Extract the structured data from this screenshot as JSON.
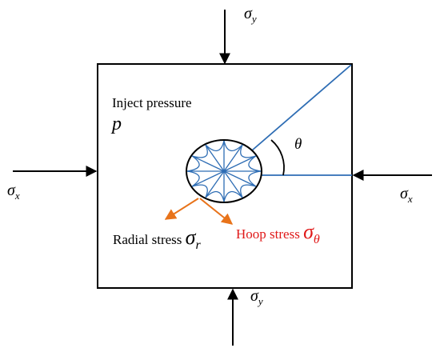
{
  "labels": {
    "sigma_y_top": {
      "symbol": "σ",
      "sub": "y"
    },
    "sigma_y_bottom": {
      "symbol": "σ",
      "sub": "y"
    },
    "sigma_x_left": {
      "symbol": "σ",
      "sub": "x"
    },
    "sigma_x_right": {
      "symbol": "σ",
      "sub": "x"
    },
    "inject_pressure": "Inject pressure",
    "pressure_symbol": "p",
    "angle": "θ",
    "radial_stress": {
      "text": "Radial stress ",
      "symbol": "σ",
      "sub": "r"
    },
    "hoop_stress": {
      "text": "Hoop stress ",
      "symbol": "σ",
      "sub": "θ"
    }
  },
  "colors": {
    "outline": "#000000",
    "borehole_blue": "#2e6db4",
    "radial_arrow": "#e8731a",
    "hoop_text": "#e01919"
  }
}
